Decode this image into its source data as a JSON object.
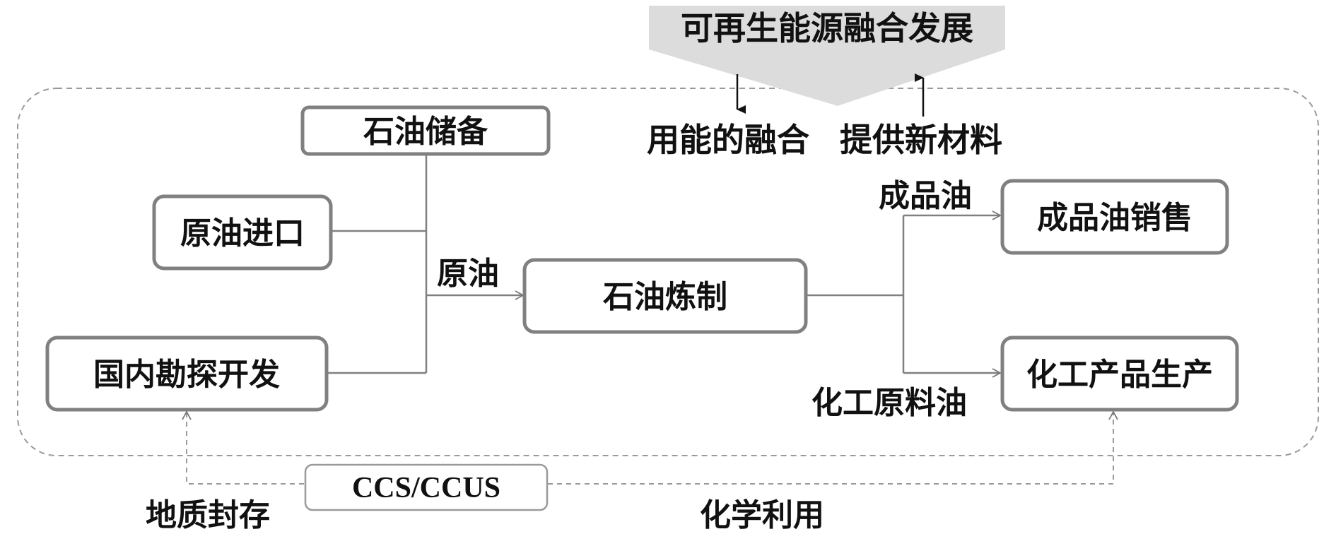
{
  "banner": {
    "title": "可再生能源融合发展"
  },
  "links_to_banner": {
    "use_label": "用能的融合",
    "supply_label": "提供新材料"
  },
  "nodes": {
    "oil_reserve": "石油储备",
    "crude_import": "原油进口",
    "domestic_exploration": "国内勘探开发",
    "refining": "石油炼制",
    "product_sales": "成品油销售",
    "chemical_production": "化工产品生产",
    "ccs": "CCS/CCUS"
  },
  "edge_labels": {
    "crude": "原油",
    "product_oil": "成品油",
    "chemical_feedstock": "化工原料油",
    "geological_storage": "地质封存",
    "chemical_utilization": "化学利用"
  }
}
